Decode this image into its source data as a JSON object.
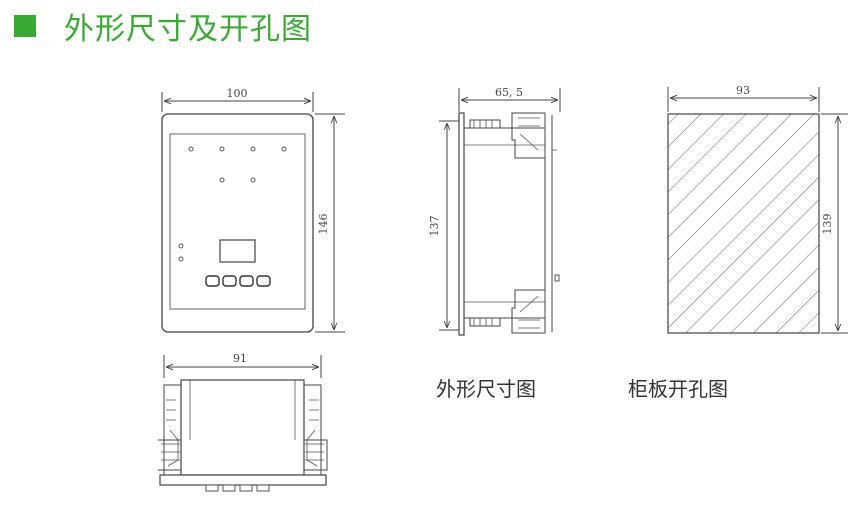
{
  "header": {
    "title": "外形尺寸及开孔图",
    "accent_color": "#3aaa35"
  },
  "front_view": {
    "width_label": "100",
    "height_label": "146"
  },
  "bottom_view": {
    "width_label": "91"
  },
  "side_view": {
    "width_label": "65, 5",
    "height_label": "137"
  },
  "cutout_view": {
    "width_label": "93",
    "height_label": "139"
  },
  "captions": {
    "outline": "外形尺寸图",
    "cutout": "柜板开孔图"
  }
}
